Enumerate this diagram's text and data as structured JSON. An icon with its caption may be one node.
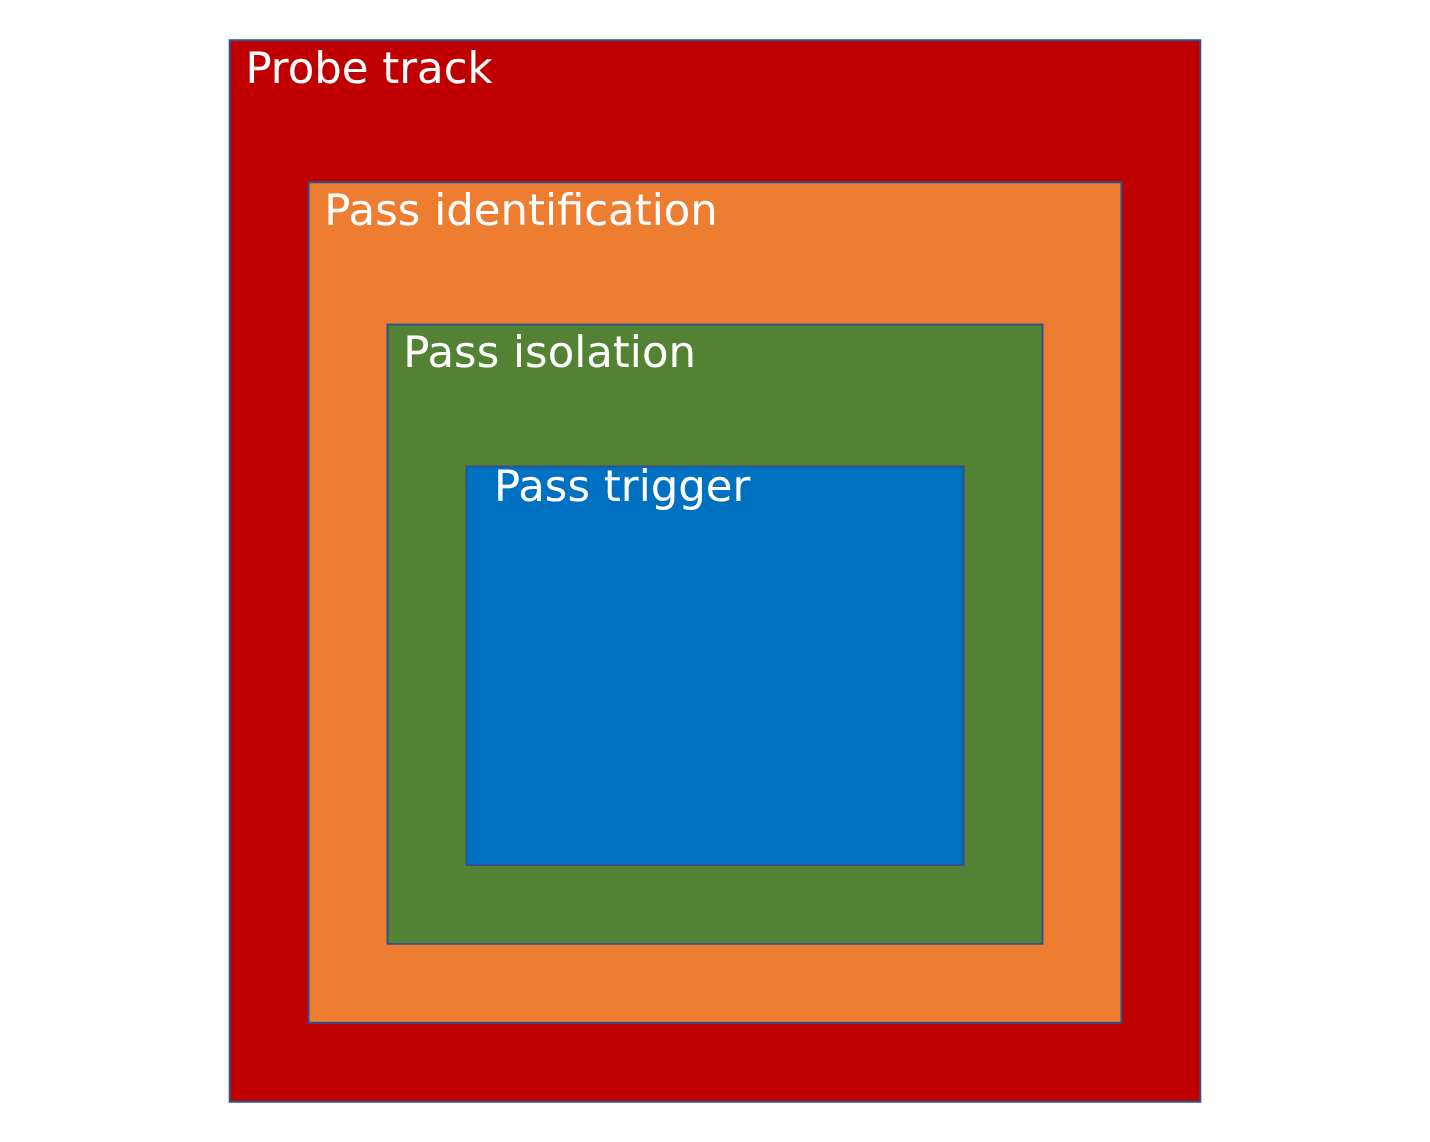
{
  "diagram": {
    "nodes": [
      {
        "text": [
          "Probe track"
        ]
      },
      {
        "text": [
          "Pass identification"
        ],
        "in": 0
      },
      {
        "text": [
          "Pass isolation"
        ],
        "in": 1
      },
      {
        "text": [
          "Pass trigger"
        ],
        "in": 2
      }
    ]
  }
}
